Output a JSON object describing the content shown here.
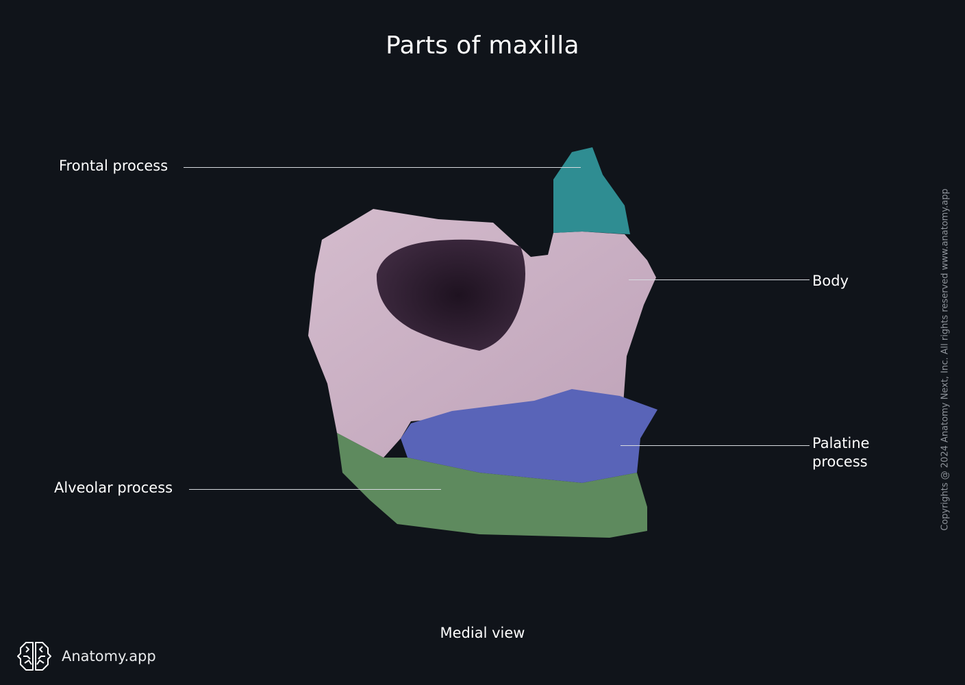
{
  "title": "Parts of maxilla",
  "view_caption": "Medial view",
  "labels": {
    "frontal_process": "Frontal process",
    "body": "Body",
    "palatine_process_line1": "Palatine",
    "palatine_process_line2": "process",
    "alveolar_process": "Alveolar process"
  },
  "region_colors": {
    "frontal_process": "#2f8d92",
    "body": "#c9aec3",
    "palatine_process": "#5964b8",
    "alveolar_process": "#5e8a5e",
    "sinus_opening": "#2a1a2c"
  },
  "copyright": "Copyrights @ 2024 Anatomy Next, Inc. All rights reserved www.anatomy.app",
  "brand": {
    "name": "Anatomy.app",
    "icon": "brain-icon"
  }
}
